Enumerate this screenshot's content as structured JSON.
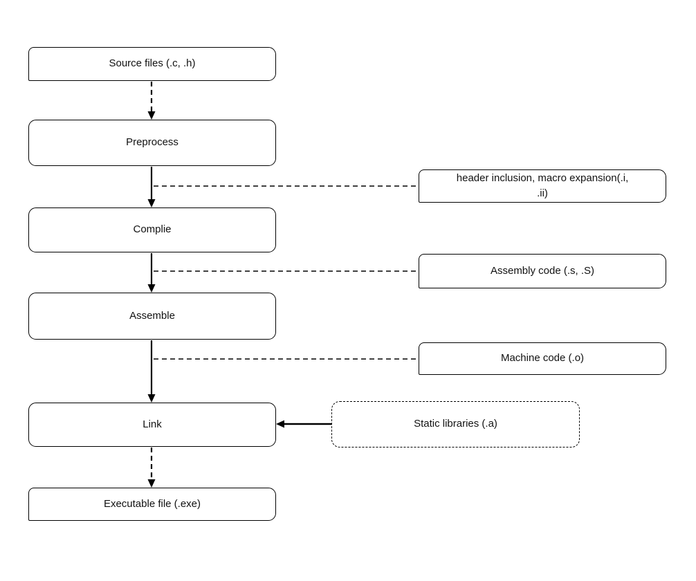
{
  "nodes": {
    "source_files": {
      "label": "Source files (.c, .h)"
    },
    "preprocess": {
      "label": "Preprocess"
    },
    "compile": {
      "label": "Complie"
    },
    "assemble": {
      "label": "Assemble"
    },
    "link": {
      "label": "Link"
    },
    "executable": {
      "label": "Executable file (.exe)"
    },
    "header_inclusion": {
      "label": "header inclusion, macro expansion(.i, .ii)"
    },
    "assembly_code": {
      "label": "Assembly code (.s, .S)"
    },
    "machine_code": {
      "label": "Machine code (.o)"
    },
    "static_libraries": {
      "label": "Static libraries (.a)"
    }
  },
  "edges": [
    {
      "from": "source_files",
      "to": "preprocess",
      "style": "dashed-arrow"
    },
    {
      "from": "preprocess",
      "to": "compile",
      "style": "solid-arrow"
    },
    {
      "from": "compile",
      "to": "assemble",
      "style": "solid-arrow"
    },
    {
      "from": "assemble",
      "to": "link",
      "style": "solid-arrow"
    },
    {
      "from": "link",
      "to": "executable",
      "style": "dashed-arrow"
    },
    {
      "from": "preprocess-compile-arrow",
      "to": "header_inclusion",
      "style": "dashed-line"
    },
    {
      "from": "compile-assemble-arrow",
      "to": "assembly_code",
      "style": "dashed-line"
    },
    {
      "from": "assemble-link-arrow",
      "to": "machine_code",
      "style": "dashed-line"
    },
    {
      "from": "static_libraries",
      "to": "link",
      "style": "solid-arrow"
    }
  ],
  "colors": {
    "line": "#000000",
    "box_border": "#000000",
    "background": "#ffffff",
    "text": "#111111"
  }
}
